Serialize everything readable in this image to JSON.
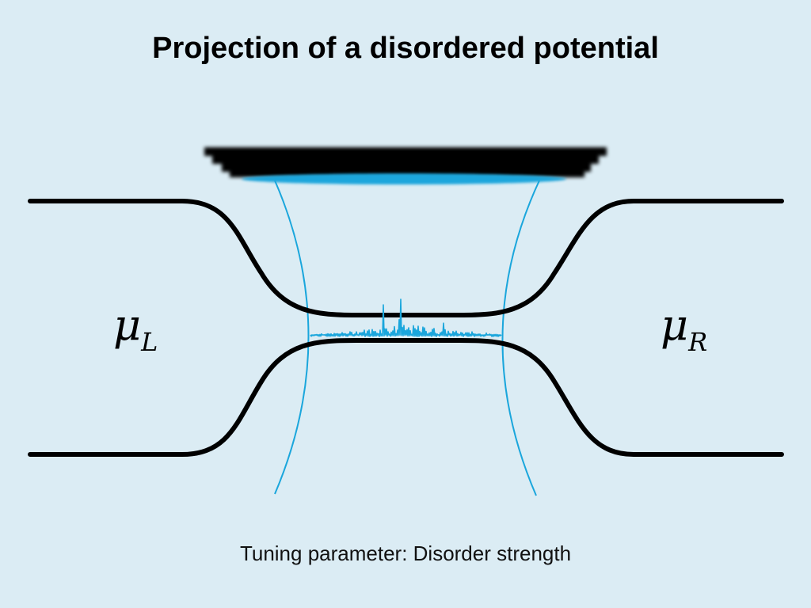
{
  "title": "Projection of a disordered potential",
  "labels": {
    "left": {
      "symbol": "μ",
      "subscript": "L"
    },
    "right": {
      "symbol": "μ",
      "subscript": "R"
    }
  },
  "caption": "Tuning parameter: Disorder strength",
  "colors": {
    "background": "#dbecf4",
    "channel": "#000000",
    "beam": "#1aa6dc",
    "objective": "#000000"
  }
}
